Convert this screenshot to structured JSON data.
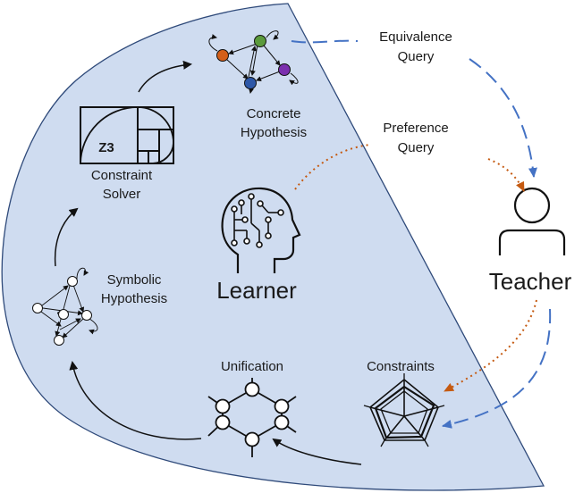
{
  "labels": {
    "equivalence_query": [
      "Equivalence",
      "Query"
    ],
    "preference_query": [
      "Preference",
      "Query"
    ],
    "concrete_hypothesis": [
      "Concrete",
      "Hypothesis"
    ],
    "constraint_solver": [
      "Constraint",
      "Solver"
    ],
    "solver_logo": "Z3",
    "learner": "Learner",
    "teacher": "Teacher",
    "symbolic_hypothesis": [
      "Symbolic",
      "Hypothesis"
    ],
    "unification": "Unification",
    "constraints": "Constraints"
  },
  "colors": {
    "region_fill": "#cfdcf0",
    "region_stroke": "#2f4a7a",
    "equivalence_arrow": "#4472c4",
    "preference_arrow": "#c55a11",
    "node_orange": "#d35f1a",
    "node_green": "#5b9a3c",
    "node_purple": "#7b2fae",
    "node_blue": "#2e58a8"
  },
  "icons": [
    "z3-fibonacci-logo",
    "learner-head-icon",
    "teacher-person-icon",
    "unification-hexagon-icon",
    "constraints-spider-icon"
  ]
}
